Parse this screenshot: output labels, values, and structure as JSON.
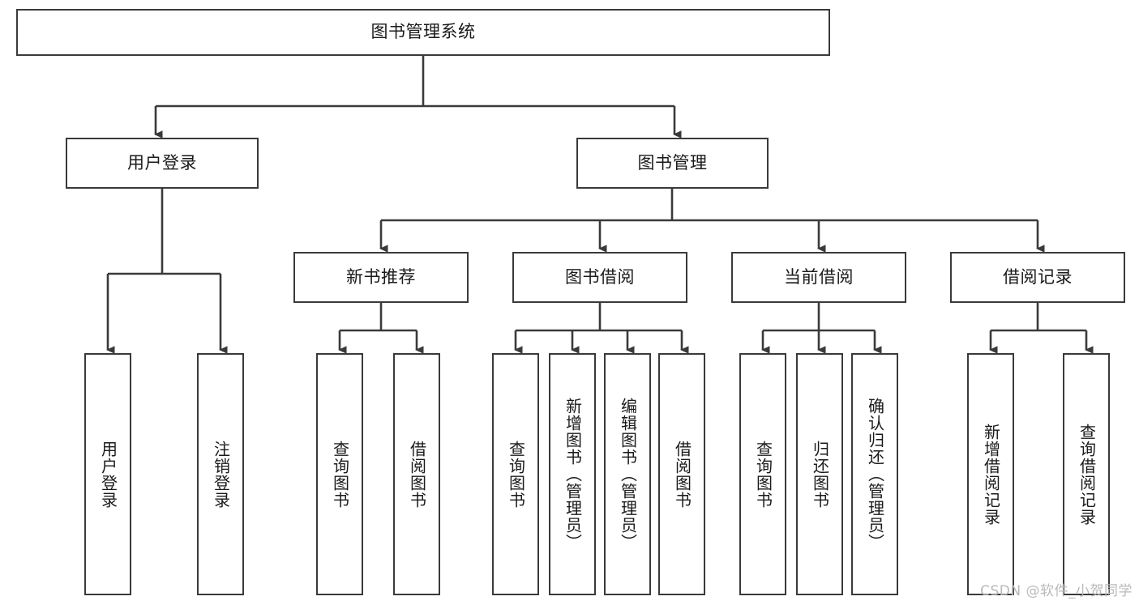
{
  "diagram": {
    "title": "图书管理系统",
    "watermark": "CSDN @软件_小贺同学",
    "stroke_color": "#3a3a3a",
    "fill_color": "#ffffff",
    "text_color": "#1a1a1a",
    "watermark_color": "#b9b9b9",
    "levels": {
      "root": {
        "label": "图书管理系统"
      },
      "level2": [
        {
          "label": "用户登录"
        },
        {
          "label": "图书管理"
        }
      ],
      "level3": [
        {
          "label": "新书推荐"
        },
        {
          "label": "图书借阅"
        },
        {
          "label": "当前借阅"
        },
        {
          "label": "借阅记录"
        }
      ],
      "leaves": {
        "user_login": [
          {
            "label": "用户登录"
          },
          {
            "label": "注销登录"
          }
        ],
        "new_book_recommend": [
          {
            "label": "查询图书"
          },
          {
            "label": "借阅图书"
          }
        ],
        "book_borrow": [
          {
            "label": "查询图书"
          },
          {
            "label": "新增图书（管理员）"
          },
          {
            "label": "编辑图书（管理员）"
          },
          {
            "label": "借阅图书"
          }
        ],
        "current_borrow": [
          {
            "label": "查询图书"
          },
          {
            "label": "归还图书"
          },
          {
            "label": "确认归还（管理员）"
          }
        ],
        "borrow_record": [
          {
            "label": "新增借阅记录"
          },
          {
            "label": "查询借阅记录"
          }
        ]
      }
    }
  }
}
